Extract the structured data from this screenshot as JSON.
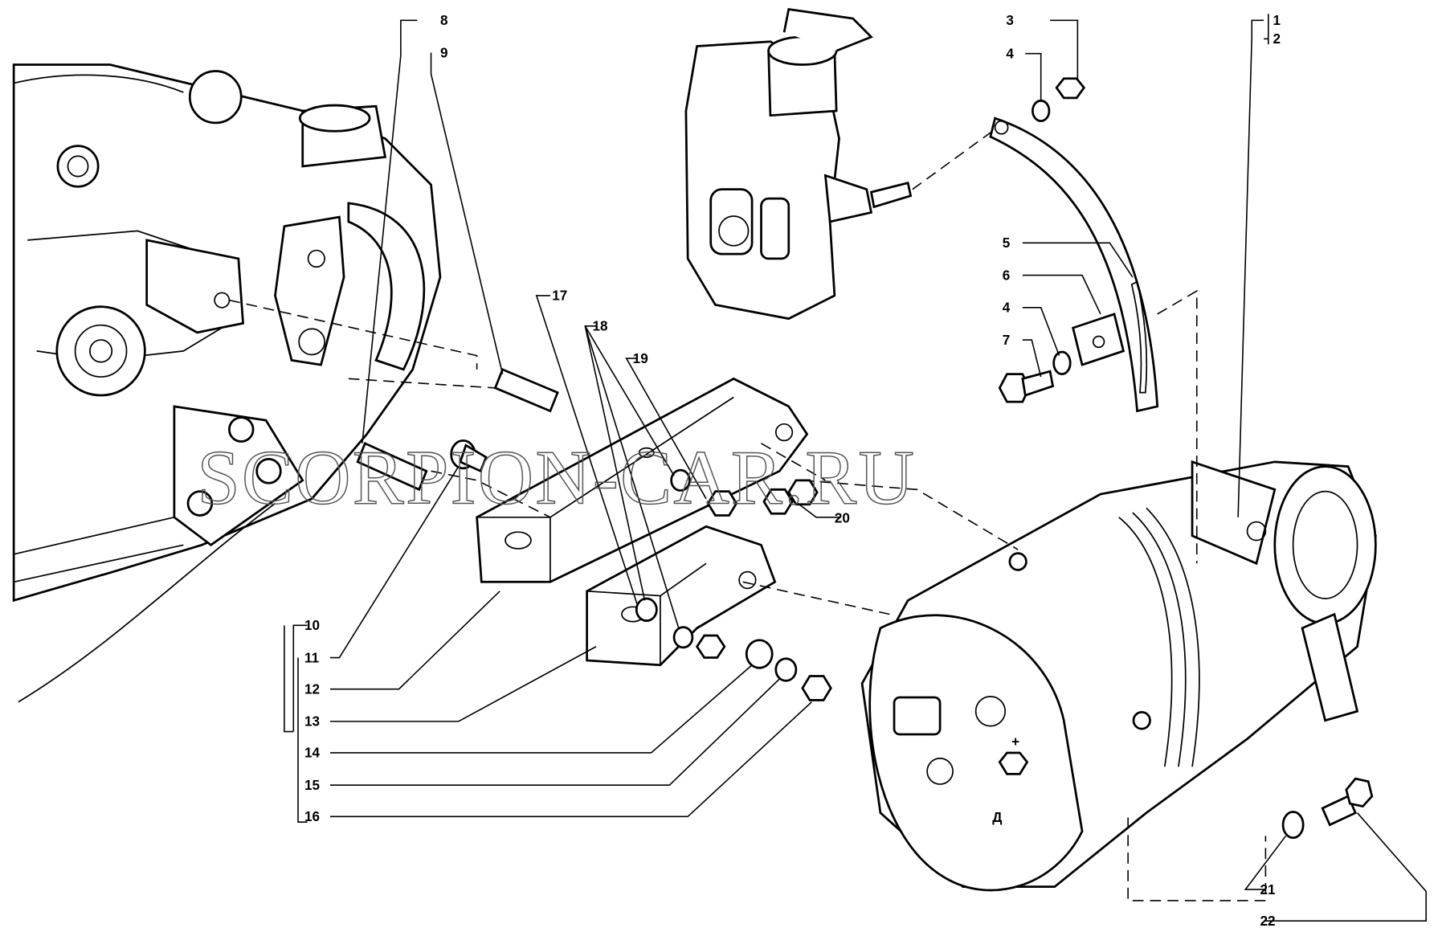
{
  "diagram": {
    "watermark": "SCORPION-CAR.RU",
    "callouts": {
      "c1": "1",
      "c2": "2",
      "c3": "3",
      "c4a": "4",
      "c4b": "4",
      "c5": "5",
      "c6": "6",
      "c7": "7",
      "c8": "8",
      "c9": "9",
      "c10": "10",
      "c11": "11",
      "c12": "12",
      "c13": "13",
      "c14": "14",
      "c15": "15",
      "c16": "16",
      "c17": "17",
      "c18": "18",
      "c19": "19",
      "c20": "20",
      "c21": "21",
      "c22": "22"
    },
    "alternator_marks": {
      "plus": "+",
      "d_terminal": "Д"
    }
  }
}
